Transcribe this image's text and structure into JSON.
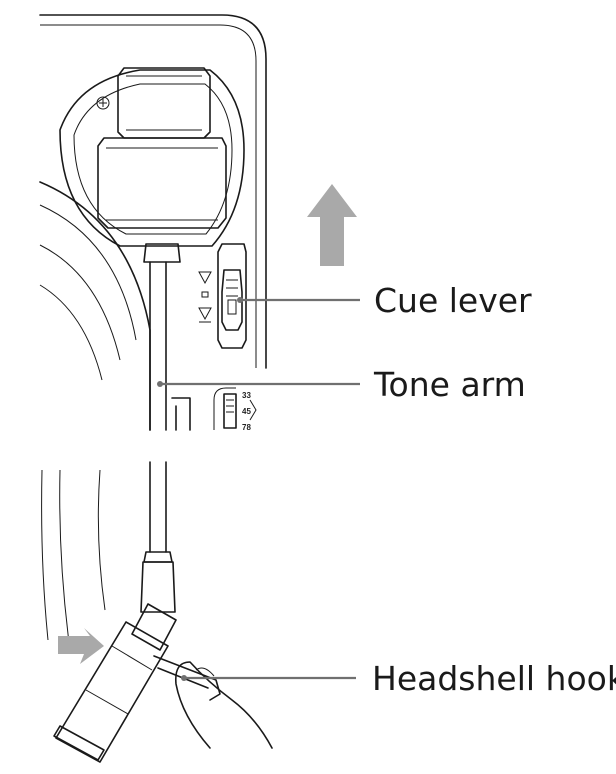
{
  "callouts": {
    "cue_lever": "Cue lever",
    "tone_arm": "Tone arm",
    "headshell_hook": "Headshell hook"
  },
  "speed_selector": {
    "speeds": [
      "33",
      "45",
      "78"
    ]
  },
  "colors": {
    "line": "#1a1a1a",
    "leader": "#707070",
    "arrow": "#a9a9a9"
  }
}
